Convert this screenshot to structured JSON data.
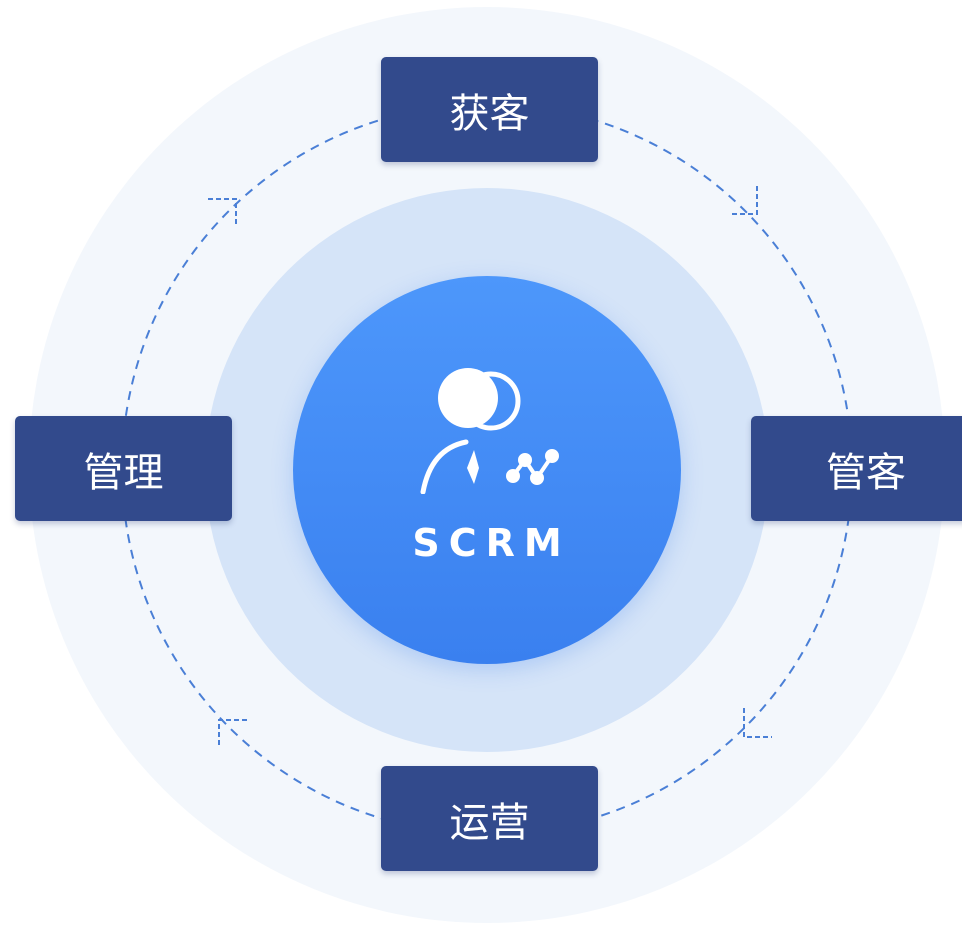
{
  "center": {
    "label": "SCRM",
    "icon": "person-network-icon"
  },
  "stages": {
    "top": "获客",
    "right": "管客",
    "bottom": "运营",
    "left": "管理"
  },
  "colors": {
    "outer_ring": "#f3f7fc",
    "middle_ring": "#d5e4f8",
    "core": "#4289f6",
    "stage_box": "#324a8c",
    "flow_line": "#4a7fd6"
  }
}
